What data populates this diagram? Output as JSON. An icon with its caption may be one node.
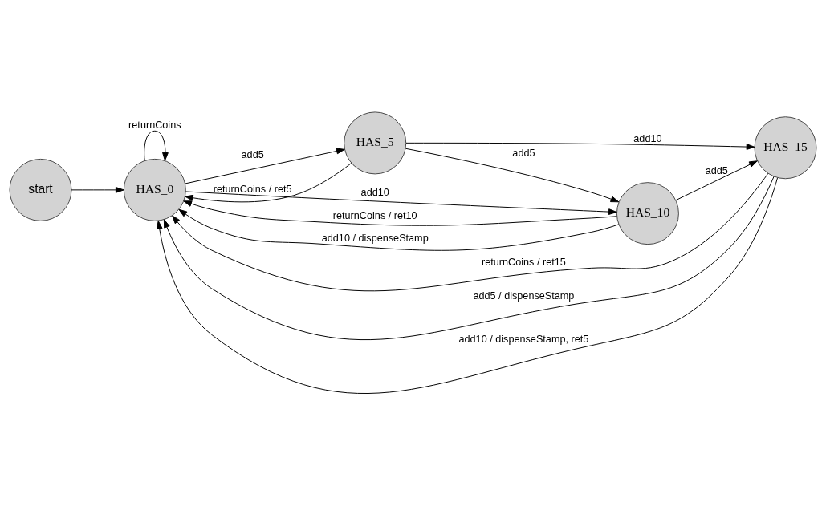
{
  "diagram": {
    "nodes": [
      {
        "text": [
          "start"
        ]
      },
      {
        "text": [
          "HAS_0"
        ]
      },
      {
        "text": [
          "HAS_5"
        ]
      },
      {
        "text": [
          "HAS_10"
        ]
      },
      {
        "text": [
          "HAS_15"
        ]
      }
    ],
    "edges": [
      {
        "from": 0,
        "to": 1,
        "arrow": "to"
      },
      {
        "from": 1,
        "to": 2,
        "arrow": "to",
        "label": "add5"
      },
      {
        "from": 2,
        "to": 3,
        "arrow": "to",
        "label": "add5"
      },
      {
        "from": 3,
        "to": 4,
        "arrow": "to",
        "label": "add5"
      },
      {
        "from": 1,
        "to": 3,
        "arrow": "to",
        "label": "add10"
      },
      {
        "from": 2,
        "to": 4,
        "arrow": "to",
        "label": "add10"
      },
      {
        "from": 1,
        "to": 1,
        "arrow": "to",
        "label": "returnCoins"
      },
      {
        "from": 2,
        "to": 1,
        "arrow": "to",
        "label": "returnCoins / ret5"
      },
      {
        "from": 3,
        "to": 1,
        "arrow": "to",
        "label": "returnCoins / ret10"
      },
      {
        "from": 4,
        "to": 1,
        "arrow": "to",
        "label": "returnCoins / ret15"
      },
      {
        "from": 3,
        "to": 1,
        "arrow": "to",
        "label": "add10 / dispenseStamp"
      },
      {
        "from": 4,
        "to": 1,
        "arrow": "to",
        "label": "add5 / dispenseStamp"
      },
      {
        "from": 4,
        "to": 1,
        "arrow": "to",
        "label": "add10 / dispenseStamp, ret5"
      }
    ]
  }
}
